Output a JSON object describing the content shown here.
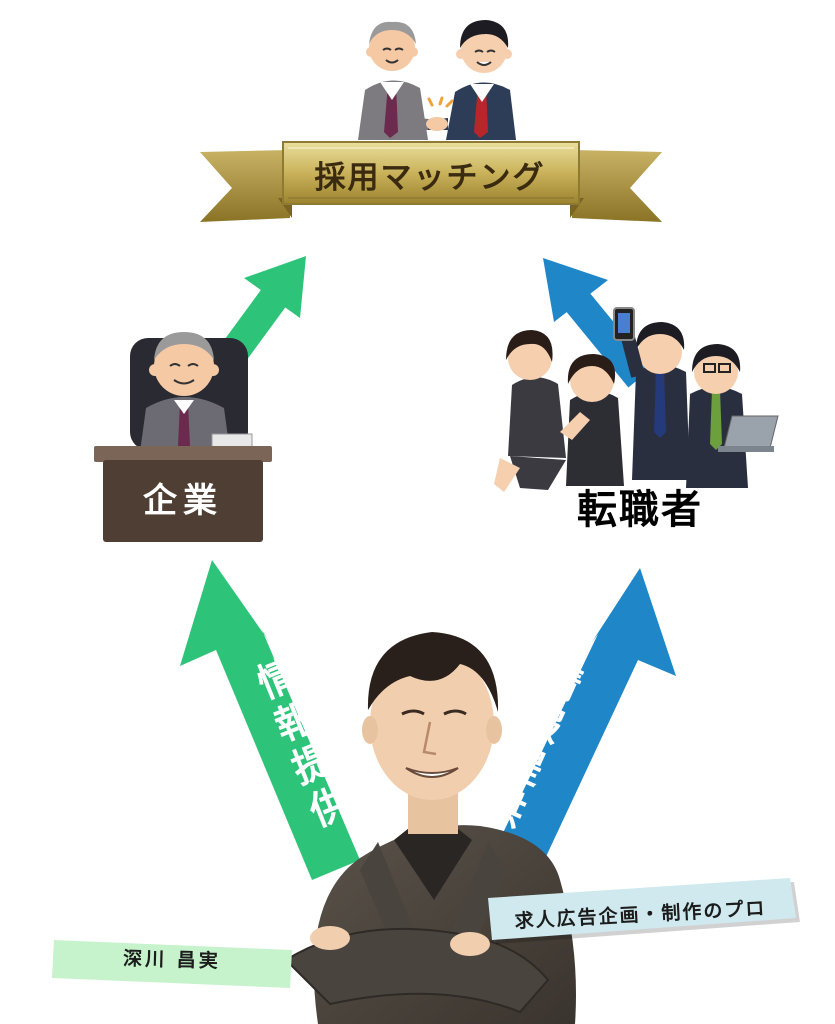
{
  "diagram": {
    "banner": {
      "label": "採用マッチング"
    },
    "company": {
      "label": "企業"
    },
    "jobseekers": {
      "label": "転職者"
    },
    "flows": {
      "left_label": "情報提供",
      "right_label": "情報提供"
    },
    "person": {
      "name": "深川 昌実",
      "title": "求人広告企画・制作のプロ"
    }
  },
  "colors": {
    "green_arrow": "#2dc47a",
    "blue_arrow": "#1f86c8",
    "ribbon_gold": "#c9b25a",
    "desk_brown": "#4f3e33",
    "name_tag": "#c6f3cb",
    "title_tag": "#cfe9ee"
  }
}
